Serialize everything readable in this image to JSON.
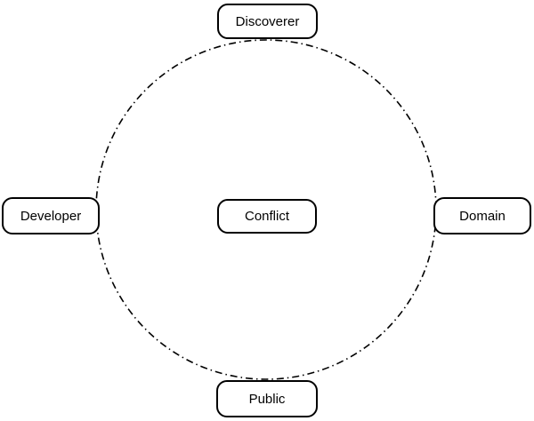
{
  "diagram": {
    "background": "#ffffff",
    "stroke_color": "#000000",
    "circle": {
      "style": "dash-dot",
      "color": "#000000"
    },
    "nodes": {
      "top": "Discoverer",
      "left": "Developer",
      "center": "Conflict",
      "right": "Domain",
      "bottom": "Public"
    }
  }
}
